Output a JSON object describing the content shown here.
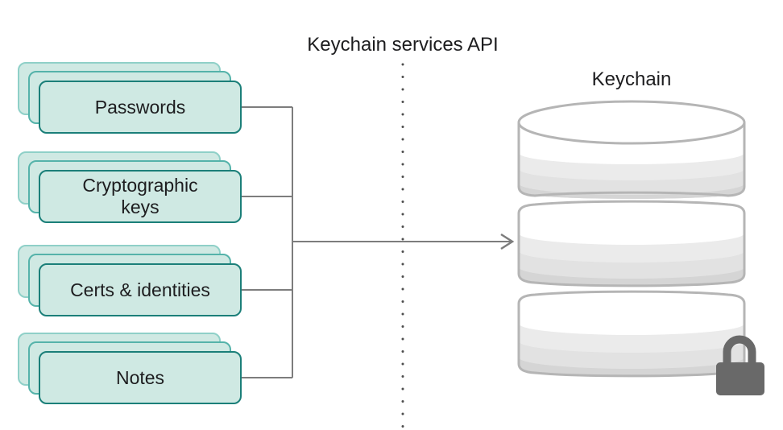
{
  "title": "Keychain services API",
  "database": {
    "label": "Keychain",
    "icon": "database-cylinder-icon",
    "security_icon": "lock-icon"
  },
  "cards": [
    {
      "label": "Passwords"
    },
    {
      "label": "Cryptographic\nkeys"
    },
    {
      "label": "Certs & identities"
    },
    {
      "label": "Notes"
    }
  ],
  "connector": {
    "type": "arrow-right",
    "style": "solid",
    "api_boundary_style": "dotted-vertical-line"
  },
  "colors": {
    "text": "#1d1d1f",
    "card_fill": "#cfe9e3",
    "card_border_front": "#1b7f79",
    "card_border_mid": "#55b3aa",
    "card_border_back": "#8fd0c8",
    "line_gray": "#7d7d7d",
    "dot_gray": "#4d4d4d",
    "cyl_stroke": "#b5b5b5",
    "band_1": "#ffffff",
    "band_2": "#ebebeb",
    "band_3": "#e2e2e2",
    "band_4": "#d5d5d5",
    "lock": "#696969"
  }
}
